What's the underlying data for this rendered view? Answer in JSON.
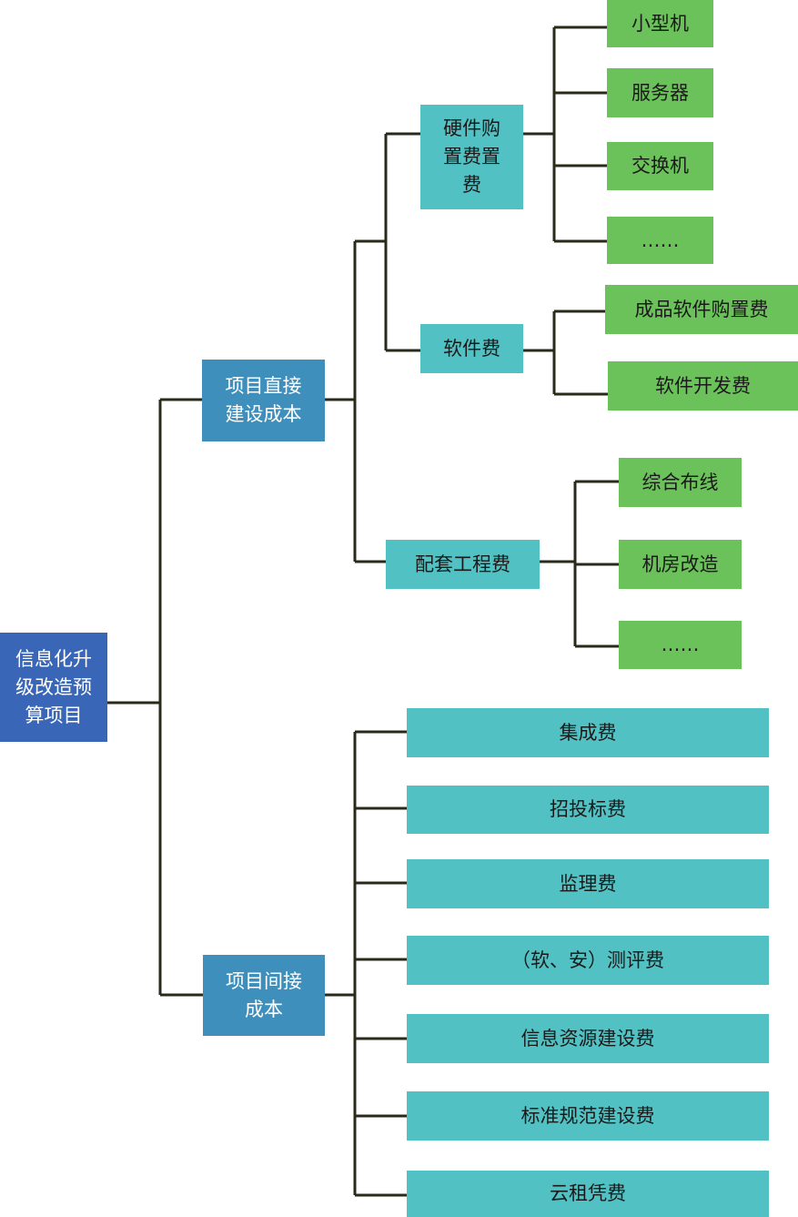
{
  "root": {
    "label": "信息化升\n级改造预\n算项目",
    "color": "#3966b6"
  },
  "branches": {
    "direct": {
      "label": "项目直接\n建设成本",
      "groups": {
        "hardware": {
          "label": "硬件购\n置费置\n费",
          "items": [
            "小型机",
            "服务器",
            "交换机",
            "……"
          ]
        },
        "software": {
          "label": "软件费",
          "items": [
            "成品软件购置费",
            "软件开发费"
          ]
        },
        "supporting": {
          "label": "配套工程费",
          "items": [
            "综合布线",
            "机房改造",
            "……"
          ]
        }
      }
    },
    "indirect": {
      "label": "项目间接\n成本",
      "items": [
        "集成费",
        "招投标费",
        "监理费",
        "（软、安）测评费",
        "信息资源建设费",
        "标准规范建设费",
        "云租凭费"
      ]
    }
  },
  "colors": {
    "root": "#3966b6",
    "level1": "#3f8fbd",
    "level2": "#52c1c3",
    "leaf": "#6cc25a",
    "connector": "#2a2a1a"
  }
}
